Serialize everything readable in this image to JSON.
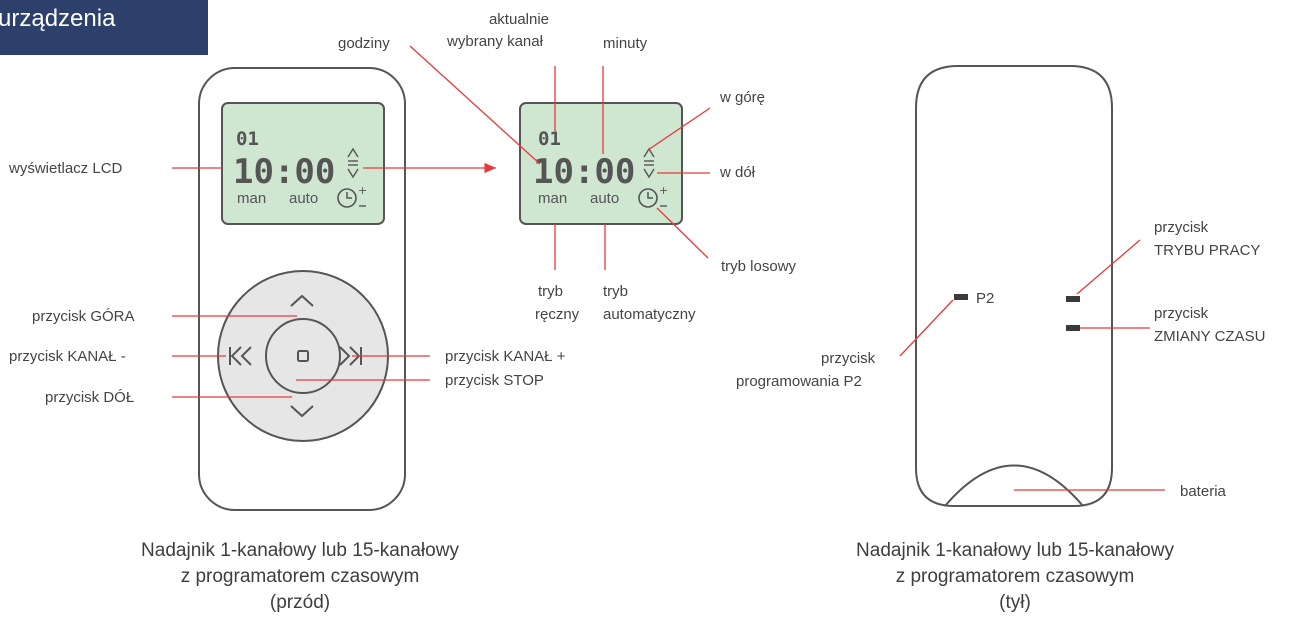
{
  "header": {
    "title": "urządzenia",
    "color": "#2d3f6b"
  },
  "colors": {
    "leader": "#e8393a",
    "lcd_fill": "#cfe6d0",
    "keypad": "#e6e6e6",
    "outline": "#555555"
  },
  "lcd": {
    "channel": "01",
    "time": "10:00",
    "mode_manual": "man",
    "mode_auto": "auto",
    "random_icon": "clock-plus-minus-icon",
    "updown_icon": "up-down-arrows-icon"
  },
  "front": {
    "labels": {
      "lcd": "wyświetlacz LCD",
      "up_button": "przycisk GÓRA",
      "channel_minus": "przycisk KANAŁ -",
      "down_button": "przycisk DÓŁ",
      "channel_plus": "przycisk KANAŁ +",
      "stop_button": "przycisk STOP"
    },
    "caption": [
      "Nadajnik 1-kanałowy lub 15-kanałowy",
      "z programatorem czasowym",
      "(przód)"
    ]
  },
  "detail": {
    "labels": {
      "hours": "godziny",
      "current_channel": [
        "aktualnie",
        "wybrany kanał"
      ],
      "minutes": "minuty",
      "up": "w górę",
      "down": "w dół",
      "random": "tryb losowy",
      "manual": [
        "tryb",
        "ręczny"
      ],
      "automatic": [
        "tryb",
        "automatyczny"
      ]
    }
  },
  "back": {
    "p2_text": "P2",
    "labels": {
      "work_mode": [
        "przycisk",
        "TRYBU PRACY"
      ],
      "time_change": [
        "przycisk",
        "ZMIANY CZASU"
      ],
      "programming": [
        "przycisk",
        "programowania P2"
      ],
      "battery": "bateria"
    },
    "caption": [
      "Nadajnik 1-kanałowy lub 15-kanałowy",
      "z programatorem czasowym",
      "(tył)"
    ]
  }
}
